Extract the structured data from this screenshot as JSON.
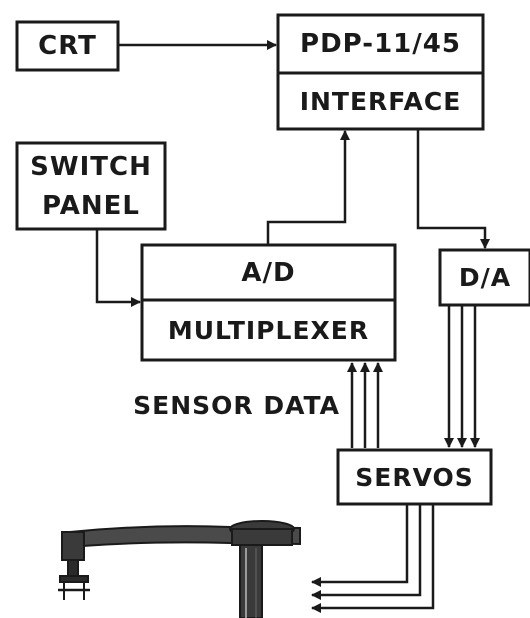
{
  "diagram": {
    "colors": {
      "ink": "#1a1a1a",
      "background": "#ffffff"
    },
    "blocks": {
      "crt": "CRT",
      "pdp": "PDP-11/45",
      "interface": "INTERFACE",
      "switch_line1": "SWITCH",
      "switch_line2": "PANEL",
      "ad": "A/D",
      "multiplexer": "MULTIPLEXER",
      "da": "D/A",
      "servos": "SERVOS"
    },
    "annotations": {
      "sensor_data": "SENSOR DATA"
    },
    "illustration": "robot-arm-icon"
  }
}
